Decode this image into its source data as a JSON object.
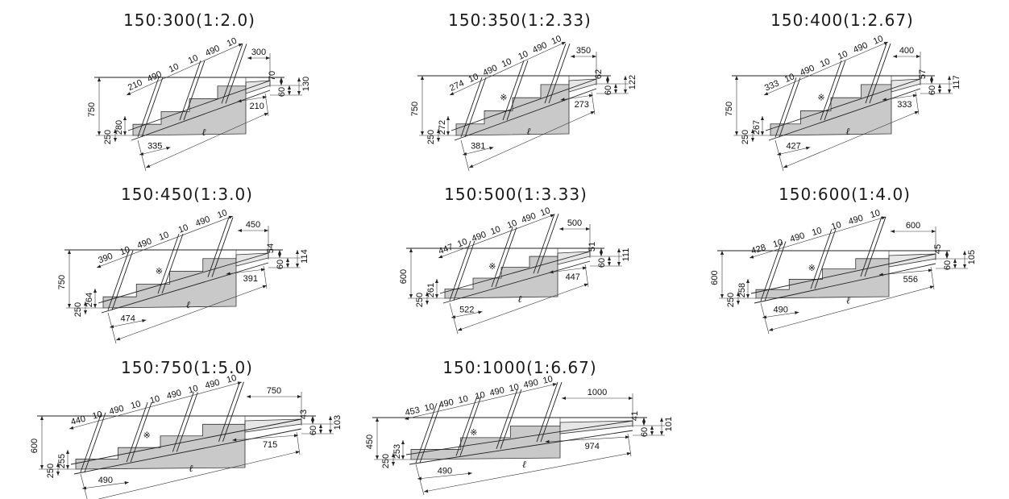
{
  "diagrams": [
    {
      "title": "150:300(1:2.0)",
      "run": [
        "210",
        "490",
        "10",
        "10",
        "490",
        "10"
      ],
      "top_width": "300",
      "right_dims": [
        "70",
        "60",
        "130"
      ],
      "height": "750",
      "left_dims": [
        "280",
        "250"
      ],
      "bottom_dims": [
        "335",
        "210"
      ],
      "length_symbol": "ℓ",
      "steps": 4,
      "mark": ""
    },
    {
      "title": "150:350(1:2.33)",
      "run": [
        "274",
        "10",
        "490",
        "10",
        "10",
        "490",
        "10"
      ],
      "top_width": "350",
      "right_dims": [
        "62",
        "60",
        "122"
      ],
      "height": "750",
      "left_dims": [
        "272",
        "250"
      ],
      "bottom_dims": [
        "381",
        "273"
      ],
      "length_symbol": "ℓ",
      "steps": 4,
      "mark": "※"
    },
    {
      "title": "150:400(1:2.67)",
      "run": [
        "333",
        "10",
        "490",
        "10",
        "10",
        "490",
        "10"
      ],
      "top_width": "400",
      "right_dims": [
        "57",
        "60",
        "117"
      ],
      "height": "750",
      "left_dims": [
        "267",
        "250"
      ],
      "bottom_dims": [
        "427",
        "333"
      ],
      "length_symbol": "ℓ",
      "steps": 4,
      "mark": "※"
    },
    {
      "title": "150:450(1:3.0)",
      "run": [
        "390",
        "10",
        "490",
        "10",
        "10",
        "490",
        "10"
      ],
      "top_width": "450",
      "right_dims": [
        "54",
        "60",
        "114"
      ],
      "height": "750",
      "left_dims": [
        "264",
        "250"
      ],
      "bottom_dims": [
        "474",
        "391"
      ],
      "length_symbol": "ℓ",
      "steps": 4,
      "mark": "※"
    },
    {
      "title": "150:500(1:3.33)",
      "run": [
        "447",
        "10",
        "490",
        "10",
        "10",
        "490",
        "10"
      ],
      "top_width": "500",
      "right_dims": [
        "51",
        "60",
        "111"
      ],
      "height": "600",
      "left_dims": [
        "261",
        "250"
      ],
      "bottom_dims": [
        "522",
        "447"
      ],
      "length_symbol": "ℓ",
      "steps": 4,
      "mark": "※"
    },
    {
      "title": "150:600(1:4.0)",
      "run": [
        "428",
        "10",
        "490",
        "10",
        "10",
        "490",
        "10"
      ],
      "top_width": "600",
      "right_dims": [
        "45",
        "60",
        "105"
      ],
      "height": "600",
      "left_dims": [
        "258",
        "250"
      ],
      "bottom_dims": [
        "490",
        "556"
      ],
      "length_symbol": "ℓ",
      "steps": 4,
      "mark": "※"
    },
    {
      "title": "150:750(1:5.0)",
      "run": [
        "440",
        "10",
        "490",
        "10",
        "10",
        "490",
        "10",
        "490",
        "10"
      ],
      "top_width": "750",
      "right_dims": [
        "43",
        "60",
        "103"
      ],
      "height": "600",
      "left_dims": [
        "255",
        "250"
      ],
      "bottom_dims": [
        "490",
        "715"
      ],
      "length_symbol": "ℓ",
      "steps": 4,
      "mark": "※"
    },
    {
      "title": "150:1000(1:6.67)",
      "run": [
        "453",
        "10",
        "490",
        "10",
        "10",
        "490",
        "10",
        "490",
        "10"
      ],
      "top_width": "1000",
      "right_dims": [
        "41",
        "60",
        "101"
      ],
      "height": "450",
      "left_dims": [
        "253",
        "250"
      ],
      "bottom_dims": [
        "490",
        "974"
      ],
      "length_symbol": "ℓ",
      "steps": 3,
      "mark": "※"
    }
  ]
}
